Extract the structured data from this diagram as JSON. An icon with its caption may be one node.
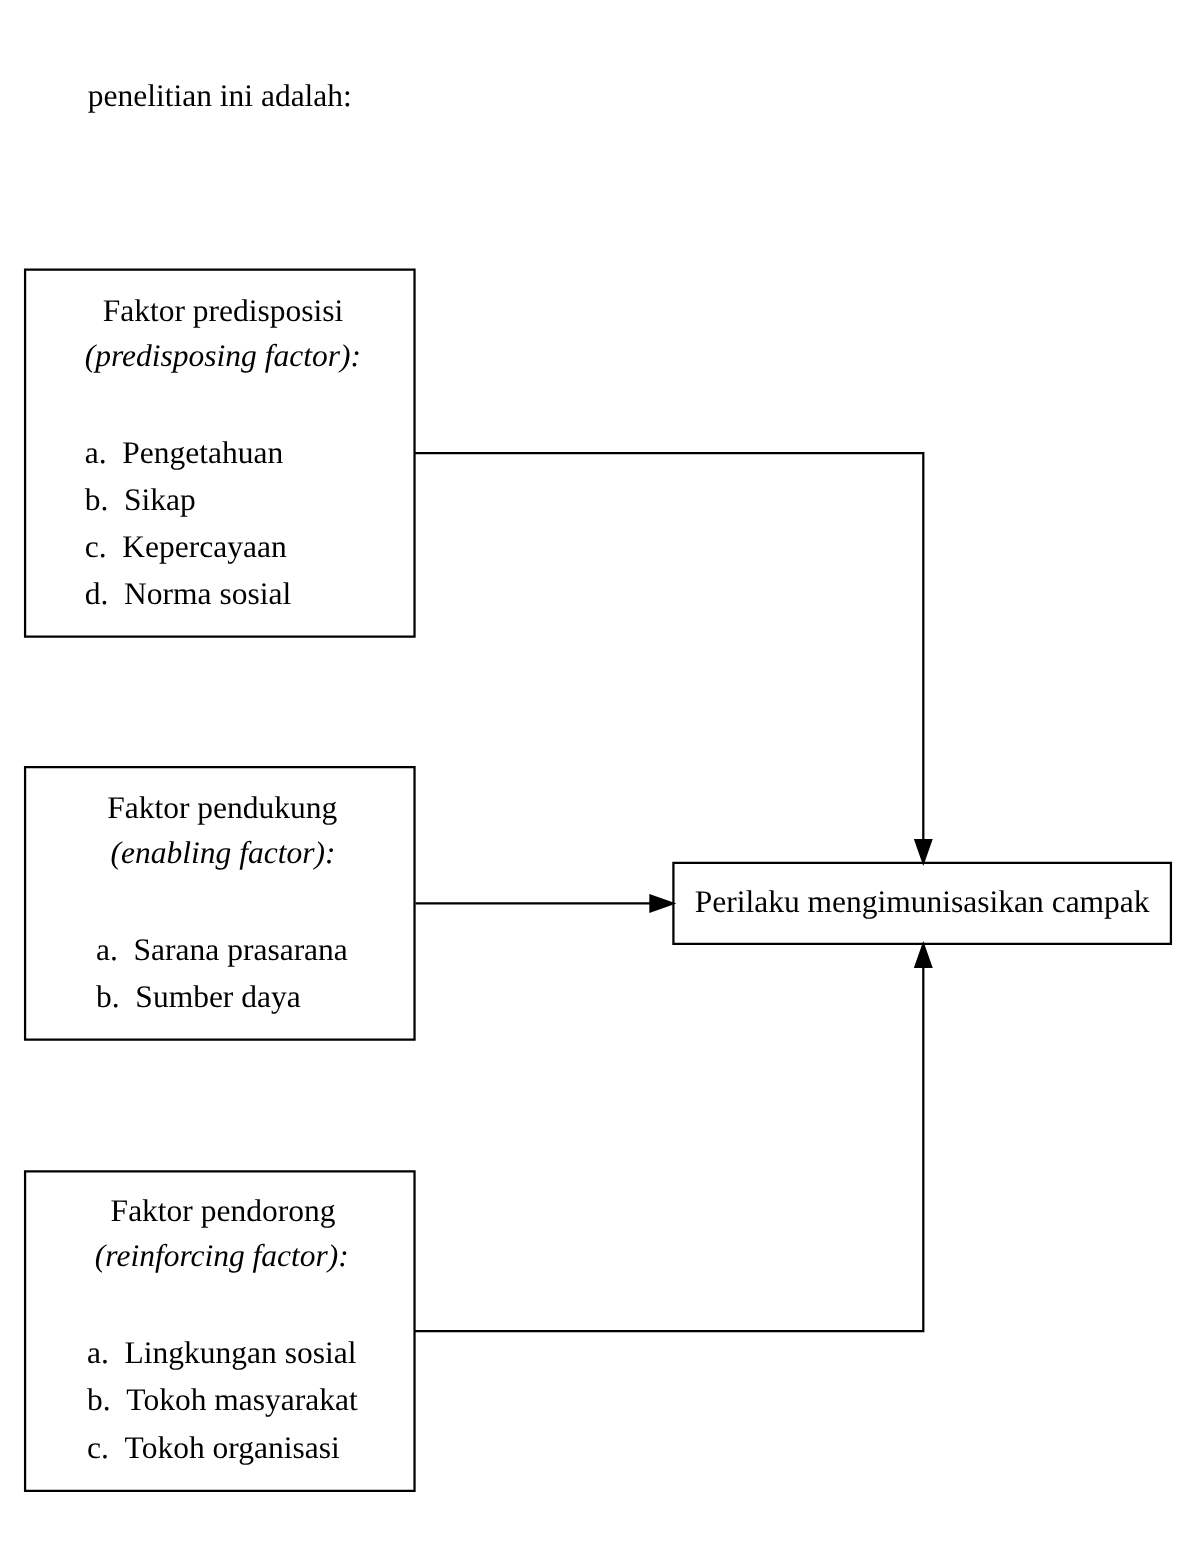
{
  "diagram": {
    "nodes": [
      {
        "text": [
          "Faktor predisposisi",
          "(predisposing factor):",
          "a.  Pengetahuan",
          "b.  Sikap",
          "c.  Kepercayaan",
          "d.  Norma sosial"
        ]
      },
      {
        "text": [
          "Faktor pendukung",
          "(enabling factor):",
          "a.  Sarana prasarana",
          "b.  Sumber daya"
        ]
      },
      {
        "text": [
          "Faktor pendorong",
          "(reinforcing factor):",
          "a.  Lingkungan sosial",
          "b.  Tokoh masyarakat",
          "c.  Tokoh organisasi"
        ]
      },
      {
        "text": [
          "Perilaku mengimunisasikan campak"
        ]
      }
    ],
    "edges": [
      {
        "from": 0,
        "to": 3,
        "arrow": "to"
      },
      {
        "from": 1,
        "to": 3,
        "arrow": "to"
      },
      {
        "from": 2,
        "to": 3,
        "arrow": "to"
      }
    ],
    "labels": [
      "penelitian ini adalah:"
    ]
  }
}
